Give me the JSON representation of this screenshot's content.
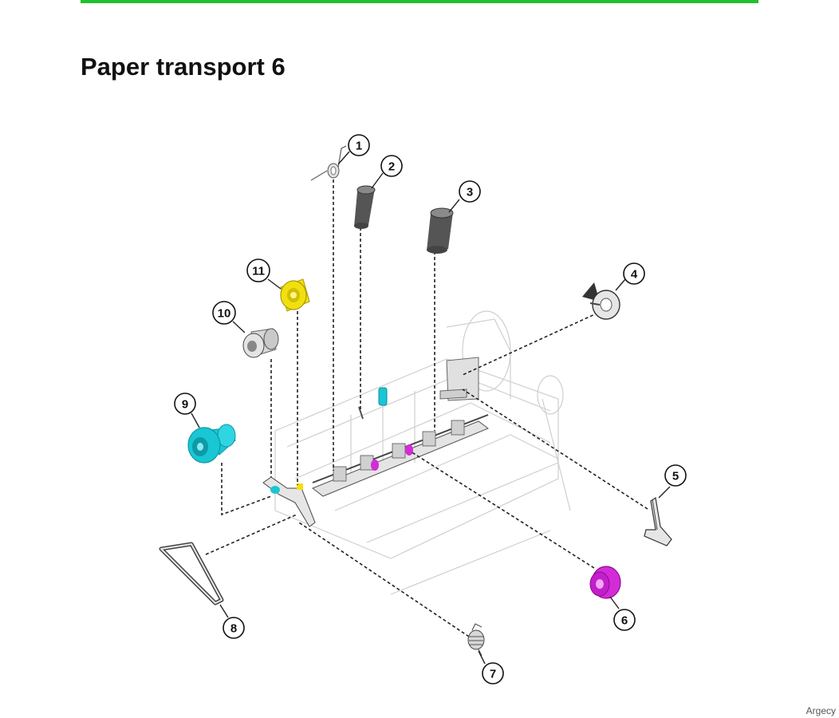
{
  "page": {
    "title": "Paper transport 6",
    "accent_color": "#1fc12f",
    "watermark": "Argecy"
  },
  "diagram": {
    "callouts": [
      "1",
      "2",
      "3",
      "4",
      "5",
      "6",
      "7",
      "8",
      "9",
      "10",
      "11"
    ],
    "highlight_colors": {
      "cyan": "#19c6d4",
      "yellow": "#f2df10",
      "magenta": "#d42bd8"
    }
  }
}
